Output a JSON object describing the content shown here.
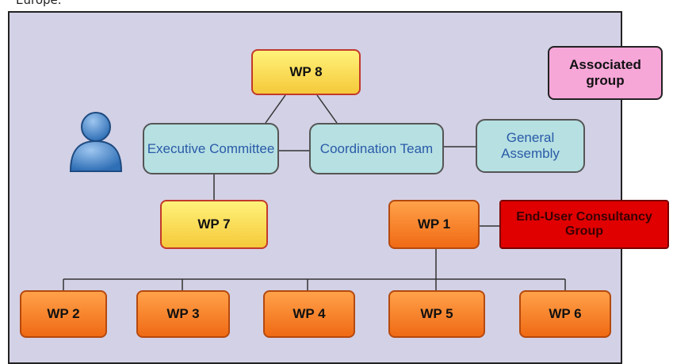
{
  "caption": "Europe.",
  "nodes": {
    "wp8": "WP 8",
    "exec": "Executive Committee",
    "coord": "Coordination Team",
    "general": "General Assembly",
    "wp7": "WP 7",
    "wp1": "WP 1",
    "enduser": "End-User Consultancy Group",
    "wp2": "WP 2",
    "wp3": "WP 3",
    "wp4": "WP 4",
    "wp5": "WP 5",
    "wp6": "WP 6",
    "associated": "Associated group"
  },
  "icons": {
    "person": "person-icon"
  },
  "colors": {
    "panel": "#d3d1e6",
    "yellow": "#f5c93a",
    "orange": "#f06a14",
    "teal": "#b6e0e2",
    "red": "#e00000",
    "pink": "#f7a6d8"
  }
}
